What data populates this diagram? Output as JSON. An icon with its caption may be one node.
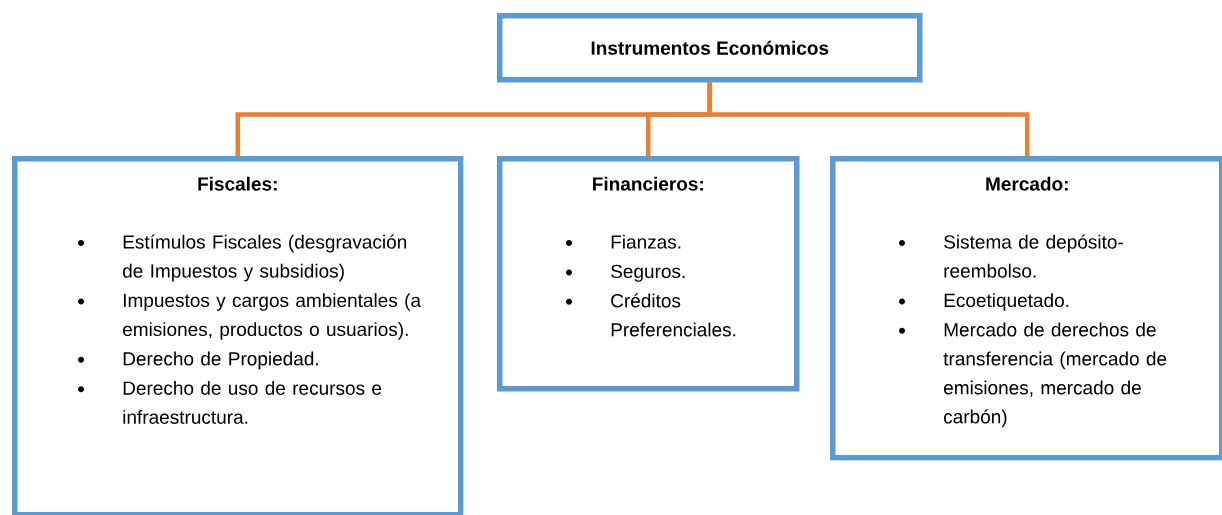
{
  "diagram": {
    "nodes": [
      {
        "text": [
          "Instrumentos Económicos"
        ]
      },
      {
        "text": [
          "Fiscales:",
          "Estímulos Fiscales (desgravación de Impuestos y subsidios)",
          "Impuestos y cargos ambientales (a emisiones, productos o usuarios).",
          "Derecho de Propiedad.",
          "Derecho de uso de recursos e infraestructura."
        ]
      },
      {
        "text": [
          "Financieros:",
          "Fianzas.",
          "Seguros.",
          "Créditos Preferenciales."
        ]
      },
      {
        "text": [
          "Mercado:",
          "Sistema de depósito-reembolso.",
          "Ecoetiquetado.",
          "Mercado de derechos de transferencia (mercado de emisiones, mercado de carbón)"
        ]
      }
    ],
    "edges": [
      {
        "from": 0,
        "to": 1,
        "arrow": "none",
        "color": "#ed7d31"
      },
      {
        "from": 0,
        "to": 2,
        "arrow": "none",
        "color": "#ed7d31"
      },
      {
        "from": 0,
        "to": 3,
        "arrow": "none",
        "color": "#ed7d31"
      }
    ]
  }
}
